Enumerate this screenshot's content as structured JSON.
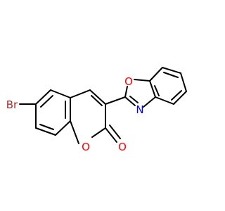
{
  "molecule": {
    "atoms": {
      "br": {
        "symbol": "Br",
        "color": "#a52a2a"
      },
      "o_ring": {
        "symbol": "O",
        "color": "#ff0000"
      },
      "o_carbonyl": {
        "symbol": "O",
        "color": "#ff0000"
      },
      "o_oxazole": {
        "symbol": "O",
        "color": "#ff0000"
      },
      "n_oxazole": {
        "symbol": "N",
        "color": "#0000ff"
      }
    },
    "bond_color": "#000000",
    "background": "#ffffff"
  }
}
